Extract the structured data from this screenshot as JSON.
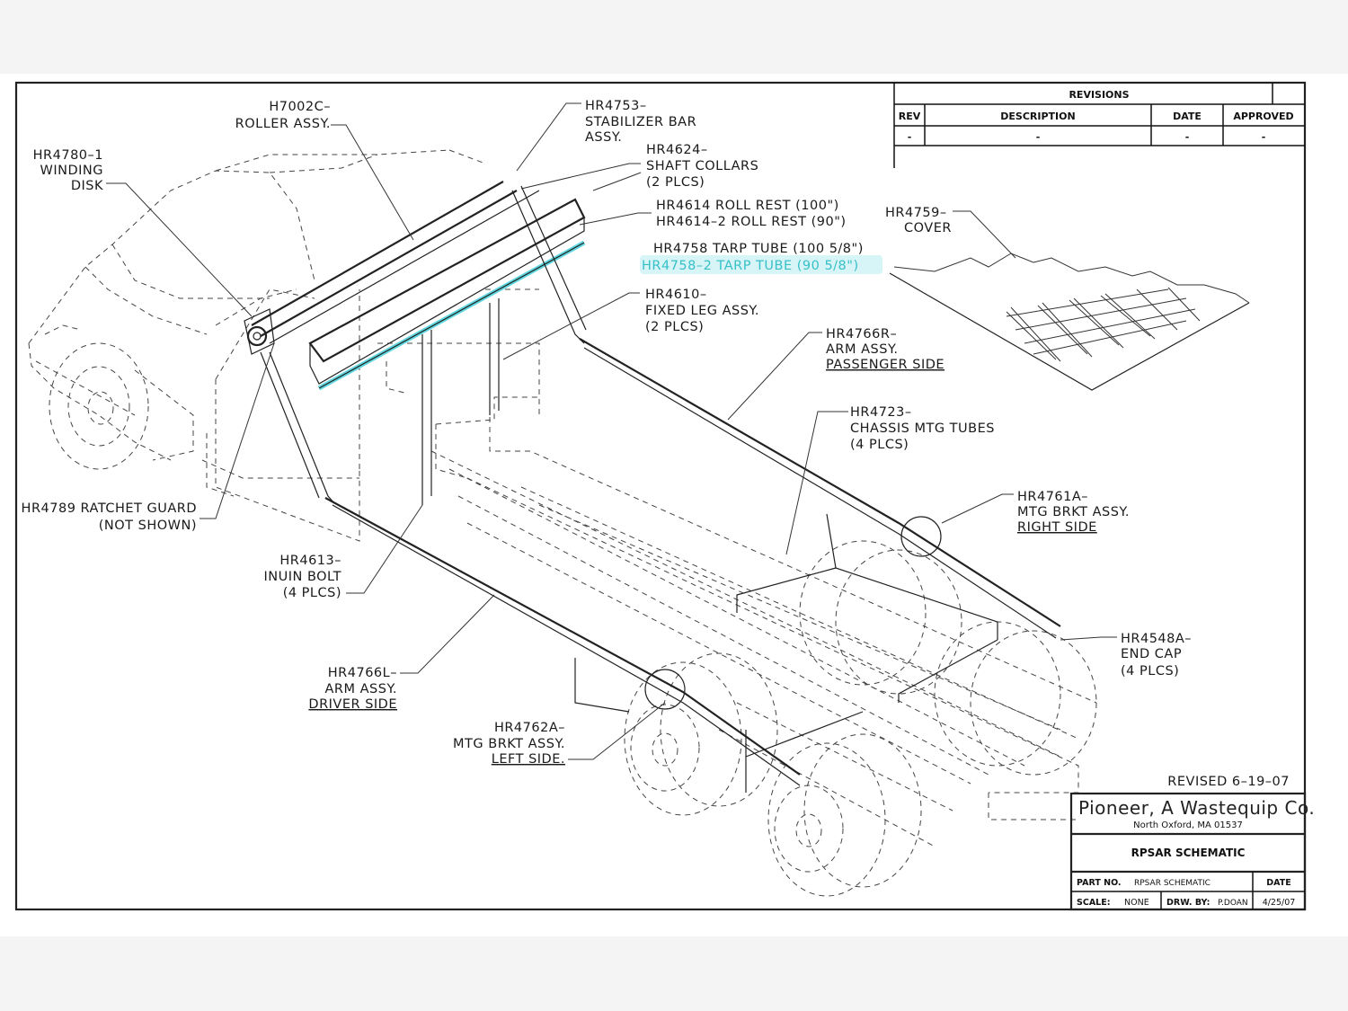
{
  "revisions": {
    "title": "REVISIONS",
    "headers": [
      "REV",
      "DESCRIPTION",
      "DATE",
      "APPROVED"
    ],
    "row": [
      "-",
      "-",
      "-",
      "-"
    ]
  },
  "callouts": {
    "h7002c": [
      "H7002C–",
      "ROLLER ASSY."
    ],
    "hr4780": [
      "HR4780–1",
      "WINDING",
      "DISK"
    ],
    "hr4753": [
      "HR4753–",
      "STABILIZER BAR",
      "ASSY."
    ],
    "hr4624": [
      "HR4624–",
      "SHAFT COLLARS",
      "(2 PLCS)"
    ],
    "hr4614": [
      "HR4614 ROLL REST (100\")",
      "HR4614–2 ROLL REST (90\")"
    ],
    "hr4758": [
      "HR4758 TARP TUBE (100 5/8\")",
      "HR4758–2 TARP TUBE (90 5/8\")"
    ],
    "hr4759": [
      "HR4759–",
      "COVER"
    ],
    "hr4610": [
      "HR4610–",
      "FIXED LEG ASSY.",
      "(2 PLCS)"
    ],
    "hr4766r": [
      "HR4766R–",
      "ARM ASSY.",
      "PASSENGER SIDE"
    ],
    "hr4723": [
      "HR4723–",
      "CHASSIS MTG TUBES",
      "(4 PLCS)"
    ],
    "hr4761a": [
      "HR4761A–",
      "MTG BRKT ASSY.",
      "RIGHT SIDE"
    ],
    "hr4789": [
      "HR4789 RATCHET GUARD",
      "(NOT SHOWN)"
    ],
    "hr4613": [
      "HR4613–",
      "INUIN BOLT",
      "(4 PLCS)"
    ],
    "hr4548a": [
      "HR4548A–",
      "END CAP",
      "(4 PLCS)"
    ],
    "hr4766l": [
      "HR4766L–",
      "ARM ASSY.",
      "DRIVER SIDE"
    ],
    "hr4762a": [
      "HR4762A–",
      "MTG BRKT ASSY.",
      "LEFT SIDE."
    ]
  },
  "revised": "REVISED 6–19–07",
  "title_block": {
    "company": "Pioneer, A Wastequip Co.",
    "address": "North Oxford, MA     01537",
    "drawing_title": "RPSAR SCHEMATIC",
    "part_no_label": "PART NO.",
    "part_no_value": "RPSAR SCHEMATIC",
    "date_label": "DATE",
    "scale_label": "SCALE:",
    "scale_value": "NONE",
    "drawn_by_label": "DRW. BY:",
    "drawn_by_value": "P.DOAN",
    "date_value": "4/25/07"
  },
  "colors": {
    "highlight": "#5fd6de",
    "line": "#222222",
    "background": "#ffffff",
    "page": "#f4f4f4"
  }
}
